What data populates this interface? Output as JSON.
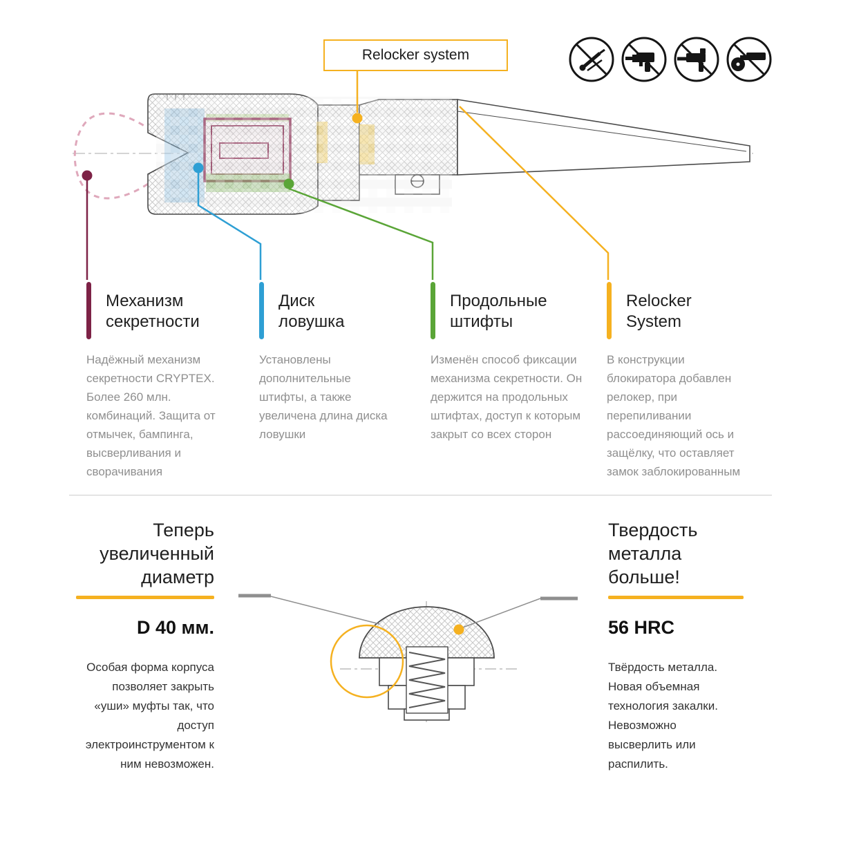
{
  "colors": {
    "accent_yellow": "#F5B120",
    "maroon": "#7D2246",
    "blue": "#2E9FD4",
    "green": "#5AA537",
    "body_text_gray": "#8F8F8F",
    "heading_dark": "#1F1F1F",
    "outline_gray": "#4A4A4A",
    "shackle_pink": "#DFA8BB"
  },
  "relocker_box": {
    "label": "Relocker system"
  },
  "prohibited_tools": {
    "items": [
      {
        "name": "lock-picking-prohibited"
      },
      {
        "name": "drill-prohibited"
      },
      {
        "name": "hammer-drill-prohibited"
      },
      {
        "name": "angle-grinder-prohibited"
      }
    ]
  },
  "features": [
    {
      "accent": "#7D2246",
      "title": "Механизм секретности",
      "body": "Надёжный механизм секретности CRYPTEX. Более 260 млн. комбинаций. Защита от отмычек, бампинга, высверливания и сворачивания"
    },
    {
      "accent": "#2E9FD4",
      "title": "Диск ловушка",
      "body": "Установлены дополнительные штифты, а также увеличена длина диска ловушки"
    },
    {
      "accent": "#5AA537",
      "title": "Продольные штифты",
      "body": "Изменён способ фиксации механизма секретности. Он держится на продольных штифтах, доступ к которым закрыт со всех сторон"
    },
    {
      "accent": "#F5B120",
      "title": "Relocker System",
      "body": "В конструкции блокиратора добавлен релокер, при перепиливании рассоединяющий ось и защёлку, что оставляет замок заблокированным"
    }
  ],
  "diameter_section": {
    "title": "Теперь увеличенный диаметр",
    "value": "D 40 мм.",
    "body": "Особая форма корпуса позволяет закрыть «уши» муфты так, что доступ электроинструментом к ним невозможен."
  },
  "hardness_section": {
    "title": "Твердость металла больше!",
    "value": "56 HRC",
    "body": "Твёрдость металла. Новая объемная технология закалки. Невозможно высверлить или распилить."
  }
}
